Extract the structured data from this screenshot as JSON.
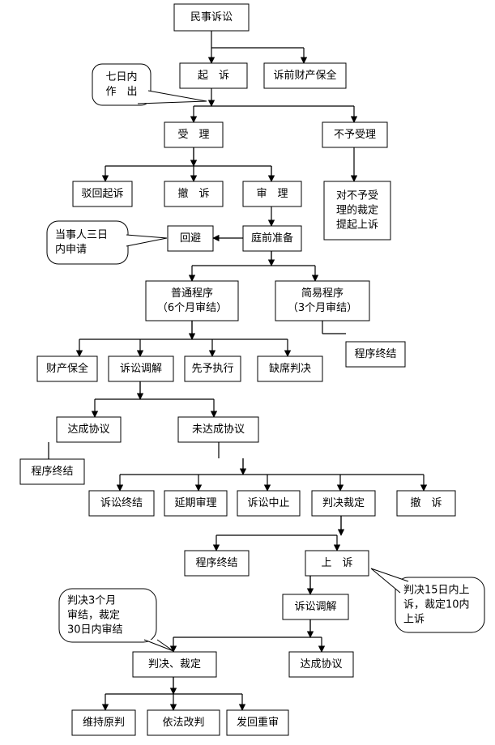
{
  "nodes": {
    "minshi": "民事诉讼",
    "qisu": "起　诉",
    "suqian": "诉前财产保全",
    "shouli": "受　理",
    "buyu": "不予受理",
    "buyu_note": [
      "对不予受",
      "理的裁定",
      "提起上诉"
    ],
    "bohui": "驳回起诉",
    "chesu1": "撤　诉",
    "shenli": "审　理",
    "huibi": "回避",
    "tingqian": "庭前准备",
    "putong": [
      "普通程序",
      "（6个月审结）"
    ],
    "jianyi": [
      "简易程序",
      "（3个月审结）"
    ],
    "zhongjie_jy": "程序终结",
    "caichan": "财产保全",
    "tiaojie1": "诉讼调解",
    "xianyu": "先予执行",
    "queque": "缺席判决",
    "dacheng1": "达成协议",
    "weidacheng": "未达成协议",
    "zhongjie_dc": "程序终结",
    "susong_zj": "诉讼终结",
    "yanqi": "延期审理",
    "zhongzhi": "诉讼中止",
    "panjue_cd": "判决裁定",
    "chesu2": "撤　诉",
    "zhongjie_pj": "程序终结",
    "shangsu": "上　诉",
    "tiaojie2": "诉讼调解",
    "panjue2": "判决、裁定",
    "dacheng2": "达成协议",
    "weichi": "维持原判",
    "yifa": "依法改判",
    "fahui": "发回重审"
  },
  "callouts": {
    "seven_days": [
      "七日内",
      "作　出"
    ],
    "three_days": [
      "当事人三日",
      "内申请"
    ],
    "appeal_deadline": [
      "判决15日内上",
      "诉，裁定10内",
      "上诉"
    ],
    "trial_deadline": [
      "判决3个月",
      "审结，裁定",
      "30日内审结"
    ]
  }
}
